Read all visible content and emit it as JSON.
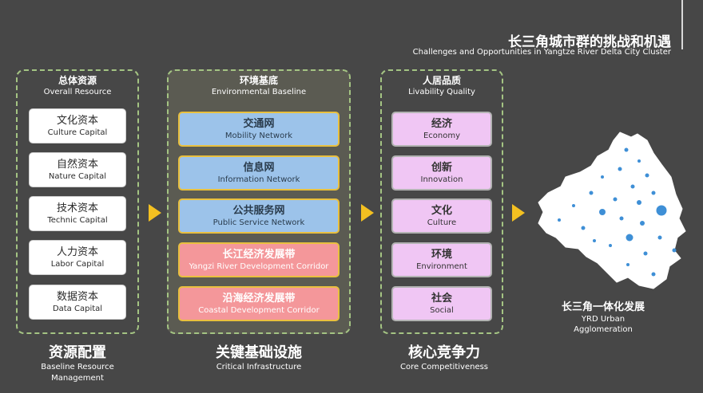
{
  "header": {
    "title": "长三角城市群的挑战和机遇",
    "subtitle": "Challenges and Opportunities in Yangtze River Delta City Cluster"
  },
  "columns": [
    {
      "heading_zh": "总体资源",
      "heading_en": "Overall Resource",
      "items": [
        {
          "zh": "文化资本",
          "en": "Culture Capital"
        },
        {
          "zh": "自然资本",
          "en": "Nature Capital"
        },
        {
          "zh": "技术资本",
          "en": "Technic Capital"
        },
        {
          "zh": "人力资本",
          "en": "Labor Capital"
        },
        {
          "zh": "数据资本",
          "en": "Data Capital"
        }
      ],
      "footer_zh": "资源配置",
      "footer_en": "Baseline Resource Management"
    },
    {
      "heading_zh": "环境基底",
      "heading_en": "Environmental Baseline",
      "items": [
        {
          "zh": "交通网",
          "en": "Mobility Network"
        },
        {
          "zh": "信息网",
          "en": "Information Network"
        },
        {
          "zh": "公共服务网",
          "en": "Public Service Network"
        },
        {
          "zh": "长江经济发展带",
          "en": "Yangzi River Development Corridor"
        },
        {
          "zh": "沿海经济发展带",
          "en": "Coastal Development Corridor"
        }
      ],
      "footer_zh": "关键基础设施",
      "footer_en": "Critical Infrastructure"
    },
    {
      "heading_zh": "人居品质",
      "heading_en": "Livability Quality",
      "items": [
        {
          "zh": "经济",
          "en": "Economy"
        },
        {
          "zh": "创新",
          "en": "Innovation"
        },
        {
          "zh": "文化",
          "en": "Culture"
        },
        {
          "zh": "环境",
          "en": "Environment"
        },
        {
          "zh": "社会",
          "en": "Social"
        }
      ],
      "footer_zh": "核心竞争力",
      "footer_en": "Core Competitiveness"
    }
  ],
  "outcome": {
    "zh": "长三角一体化发展",
    "en": "YRD Urban Agglomeration"
  },
  "colors": {
    "background": "#474747",
    "panel_border": "#a4c483",
    "arrow": "#f3c021",
    "network_box": "#9cc3ea",
    "corridor_box": "#f4979a",
    "quality_box": "#f0c6f4",
    "map_fill": "#ffffff",
    "city_dot": "#3e8fd6"
  },
  "icons": [
    "arrow-right-icon",
    "yrd-map-icon"
  ]
}
